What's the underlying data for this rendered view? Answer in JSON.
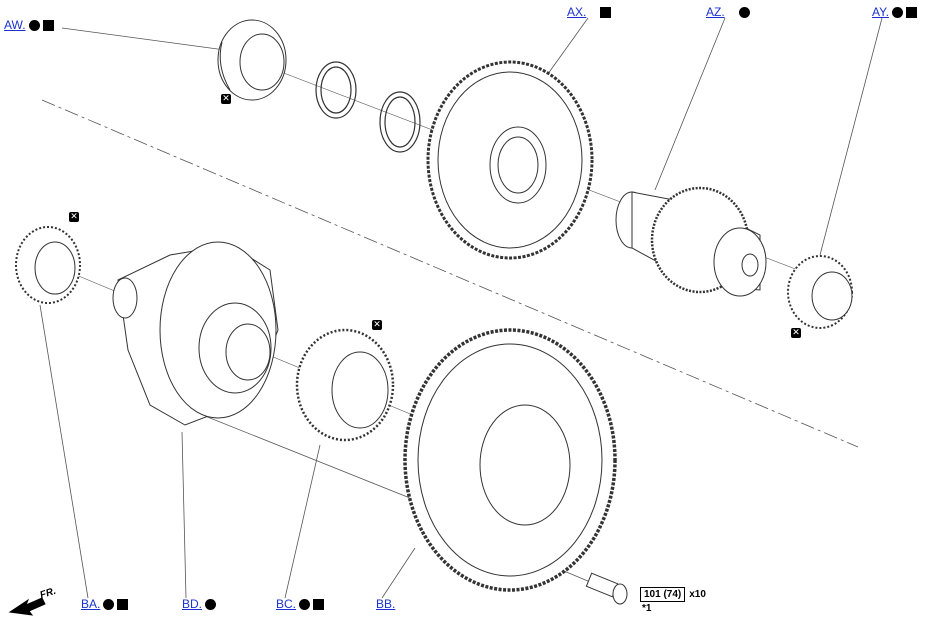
{
  "callouts": {
    "aw": {
      "label": "AW.",
      "marks": [
        "circle",
        "square"
      ]
    },
    "ax": {
      "label": "AX.",
      "marks": [
        "square"
      ]
    },
    "az": {
      "label": "AZ.",
      "marks": [
        "circle"
      ]
    },
    "ay": {
      "label": "AY.",
      "marks": [
        "circle",
        "square"
      ]
    },
    "ba": {
      "label": "BA.",
      "marks": [
        "circle",
        "square"
      ]
    },
    "bd": {
      "label": "BD.",
      "marks": [
        "circle"
      ]
    },
    "bc": {
      "label": "BC.",
      "marks": [
        "circle",
        "square"
      ]
    },
    "bb": {
      "label": "BB.",
      "marks": []
    }
  },
  "torque": {
    "value": "101 (74)",
    "quantity": "x10"
  },
  "note": "*1",
  "direction": {
    "label": "FR."
  },
  "badges": {
    "non_reusable": "✕"
  },
  "colors": {
    "link": "#1a33cc",
    "line": "#555555",
    "mark": "#000000"
  }
}
